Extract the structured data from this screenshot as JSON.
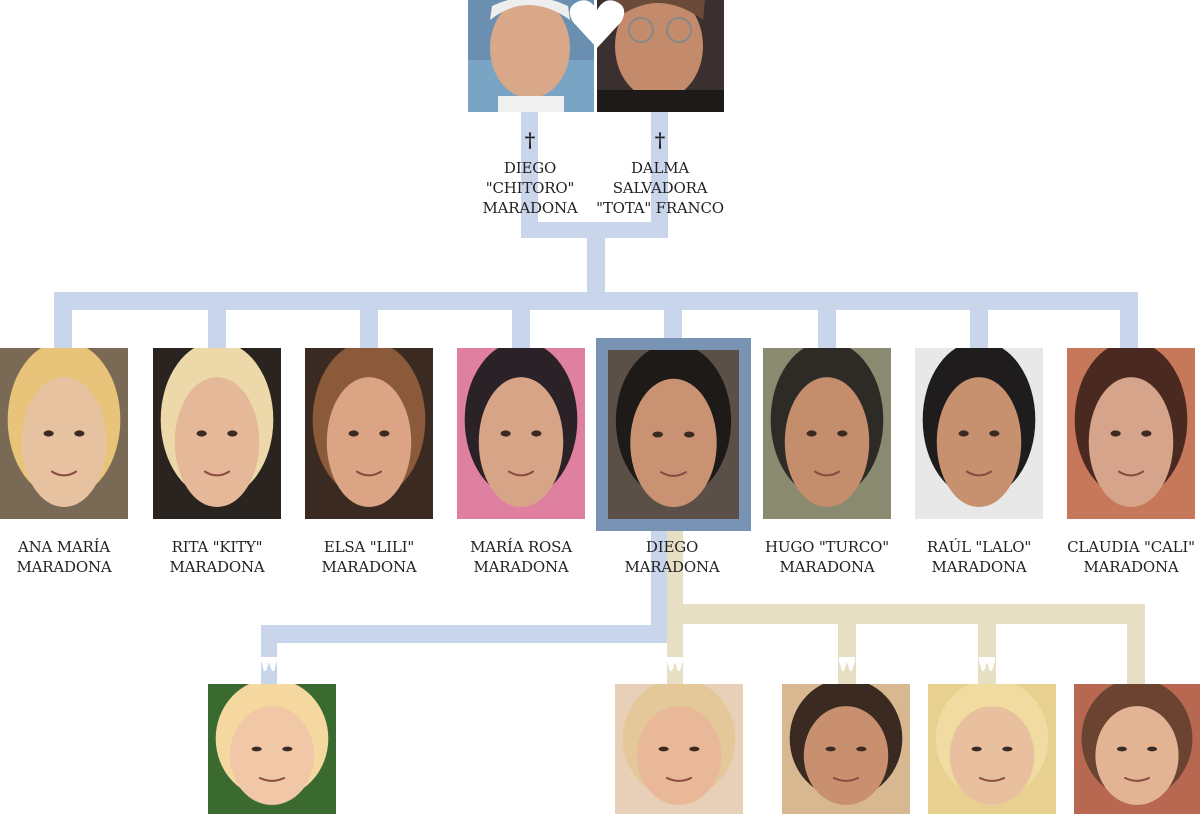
{
  "diagram": {
    "type": "family-tree",
    "colors": {
      "bloodline": "#c8d5eb",
      "marriage_line": "#e6dfc3",
      "highlight_border": "#7893b4",
      "text": "#222222"
    },
    "parents": [
      {
        "id": "father",
        "name_lines": [
          "Diego",
          "\"Chitoro\"",
          "Maradona"
        ],
        "deceased": true,
        "deceased_icon": "†"
      },
      {
        "id": "mother",
        "name_lines": [
          "Dalma",
          "Salvadora",
          "\"Tota\" Franco"
        ],
        "deceased": true,
        "deceased_icon": "†"
      }
    ],
    "parents_link_icon": "heart-icon",
    "siblings": [
      {
        "name_lines": [
          "Ana María",
          "Maradona"
        ],
        "skin": "#e6c2a0",
        "hair": "#e8c47a",
        "bg": "#7a6a55"
      },
      {
        "name_lines": [
          "Rita \"Kity\"",
          "Maradona"
        ],
        "skin": "#e5b89a",
        "hair": "#ecd8a8",
        "bg": "#2a2420"
      },
      {
        "name_lines": [
          "Elsa \"Lili\"",
          "Maradona"
        ],
        "skin": "#dba485",
        "hair": "#8a5a3a",
        "bg": "#3a2a22"
      },
      {
        "name_lines": [
          "María Rosa",
          "Maradona"
        ],
        "skin": "#d8a488",
        "hair": "#2a2226",
        "bg": "#e080a0"
      },
      {
        "name_lines": [
          "Diego",
          "Maradona"
        ],
        "skin": "#c99272",
        "hair": "#1e1a18",
        "bg": "#5a5048",
        "highlighted": true
      },
      {
        "name_lines": [
          "Hugo \"Turco\"",
          "Maradona"
        ],
        "skin": "#c48e6c",
        "hair": "#2e2a26",
        "bg": "#8a8a70"
      },
      {
        "name_lines": [
          "Raúl \"Lalo\"",
          "Maradona"
        ],
        "skin": "#c7906e",
        "hair": "#1e1c1c",
        "bg": "#e8e8e8"
      },
      {
        "name_lines": [
          "Claudia \"Cali\"",
          "Maradona"
        ],
        "skin": "#d6a48a",
        "hair": "#4a2a20",
        "bg": "#c8785a"
      }
    ],
    "partners": [
      {
        "line": "bloodline",
        "skin": "#f0c8a8",
        "hair": "#f4d8a0",
        "bg": "#3a6a30"
      },
      {
        "line": "marriage_line",
        "skin": "#e8b898",
        "hair": "#e4c89a",
        "bg": "#e8d0b8"
      },
      {
        "line": "marriage_line",
        "skin": "#c8906e",
        "hair": "#3a2a22",
        "bg": "#d8b890"
      },
      {
        "line": "marriage_line",
        "skin": "#e8c0a0",
        "hair": "#f0dca0",
        "bg": "#e8d090"
      },
      {
        "line": "marriage_line",
        "skin": "#e2b494",
        "hair": "#6a4430",
        "bg": "#b86850"
      }
    ]
  }
}
